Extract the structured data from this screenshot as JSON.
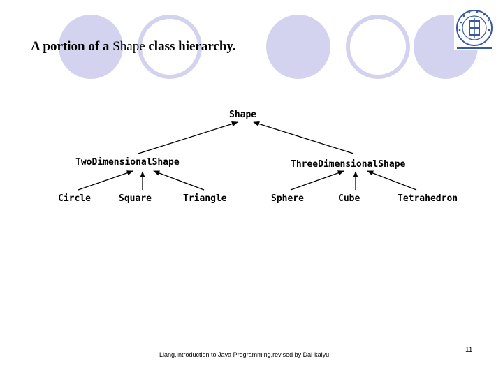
{
  "slide": {
    "title": {
      "part1": "A portion of a",
      "part2": "Shape",
      "part3": "class hierarchy."
    },
    "footer": "Liang,Introduction to Java Programming,revised by Dai-kaiyu",
    "page_number": "11",
    "colors": {
      "circle_fill": "#d3d3ef",
      "circle_ring": "#d3d3ef",
      "logo_blue": "#3a5aa0",
      "line": "#000000"
    }
  },
  "diagram": {
    "root": "Shape",
    "level2": [
      "TwoDimensionalShape",
      "ThreeDimensionalShape"
    ],
    "two_d_children": [
      "Circle",
      "Square",
      "Triangle"
    ],
    "three_d_children": [
      "Sphere",
      "Cube",
      "Tetrahedron"
    ]
  },
  "logo": {
    "name": "university-seal-icon"
  }
}
